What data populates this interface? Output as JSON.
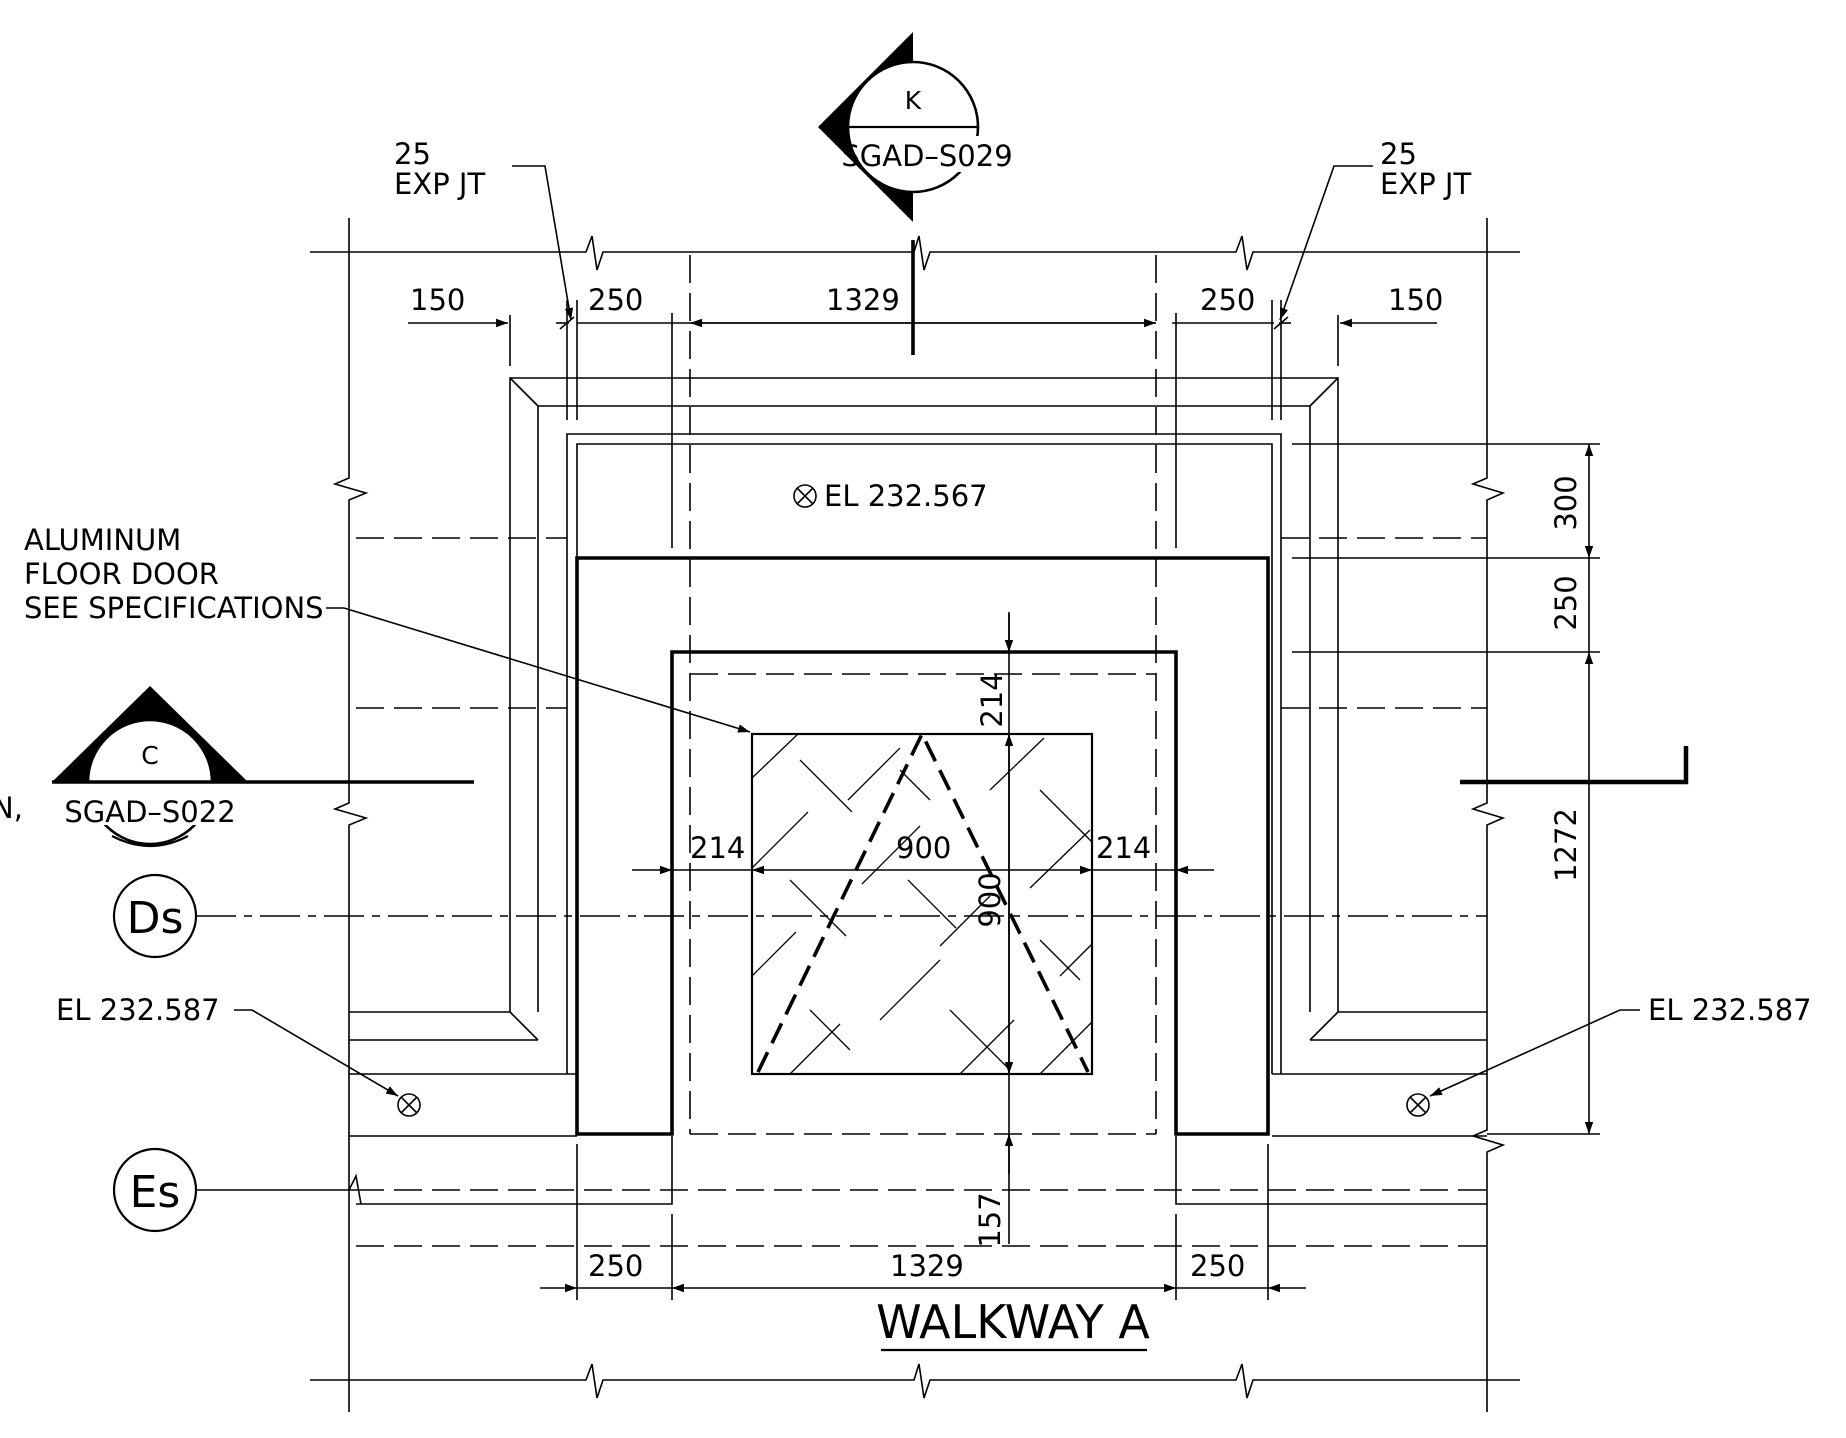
{
  "section_markers": {
    "top": {
      "letter": "K",
      "sheet": "SGAD–S029"
    },
    "left": {
      "letter": "C",
      "sheet": "SGAD–S022"
    }
  },
  "grid_bubbles": [
    "Ds",
    "Es"
  ],
  "exp_joint_left": {
    "size": "25",
    "text": "EXP JT"
  },
  "exp_joint_right": {
    "size": "25",
    "text": "EXP JT"
  },
  "dims_top": [
    "150",
    "250",
    "1329",
    "250",
    "150"
  ],
  "dims_bottom": [
    "250",
    "1329",
    "250"
  ],
  "dims_right": [
    "300",
    "250",
    "1272"
  ],
  "dims_door": {
    "left": "214",
    "width": "900",
    "right": "214",
    "top": "214",
    "height": "900",
    "bottom": "157"
  },
  "elevations": {
    "top": "EL 232.567",
    "left": "EL 232.587",
    "right": "EL 232.587"
  },
  "door_note": [
    "ALUMINUM",
    "FLOOR DOOR",
    "SEE SPECIFICATIONS"
  ],
  "edge_text": "N,",
  "title": "WALKWAY A"
}
